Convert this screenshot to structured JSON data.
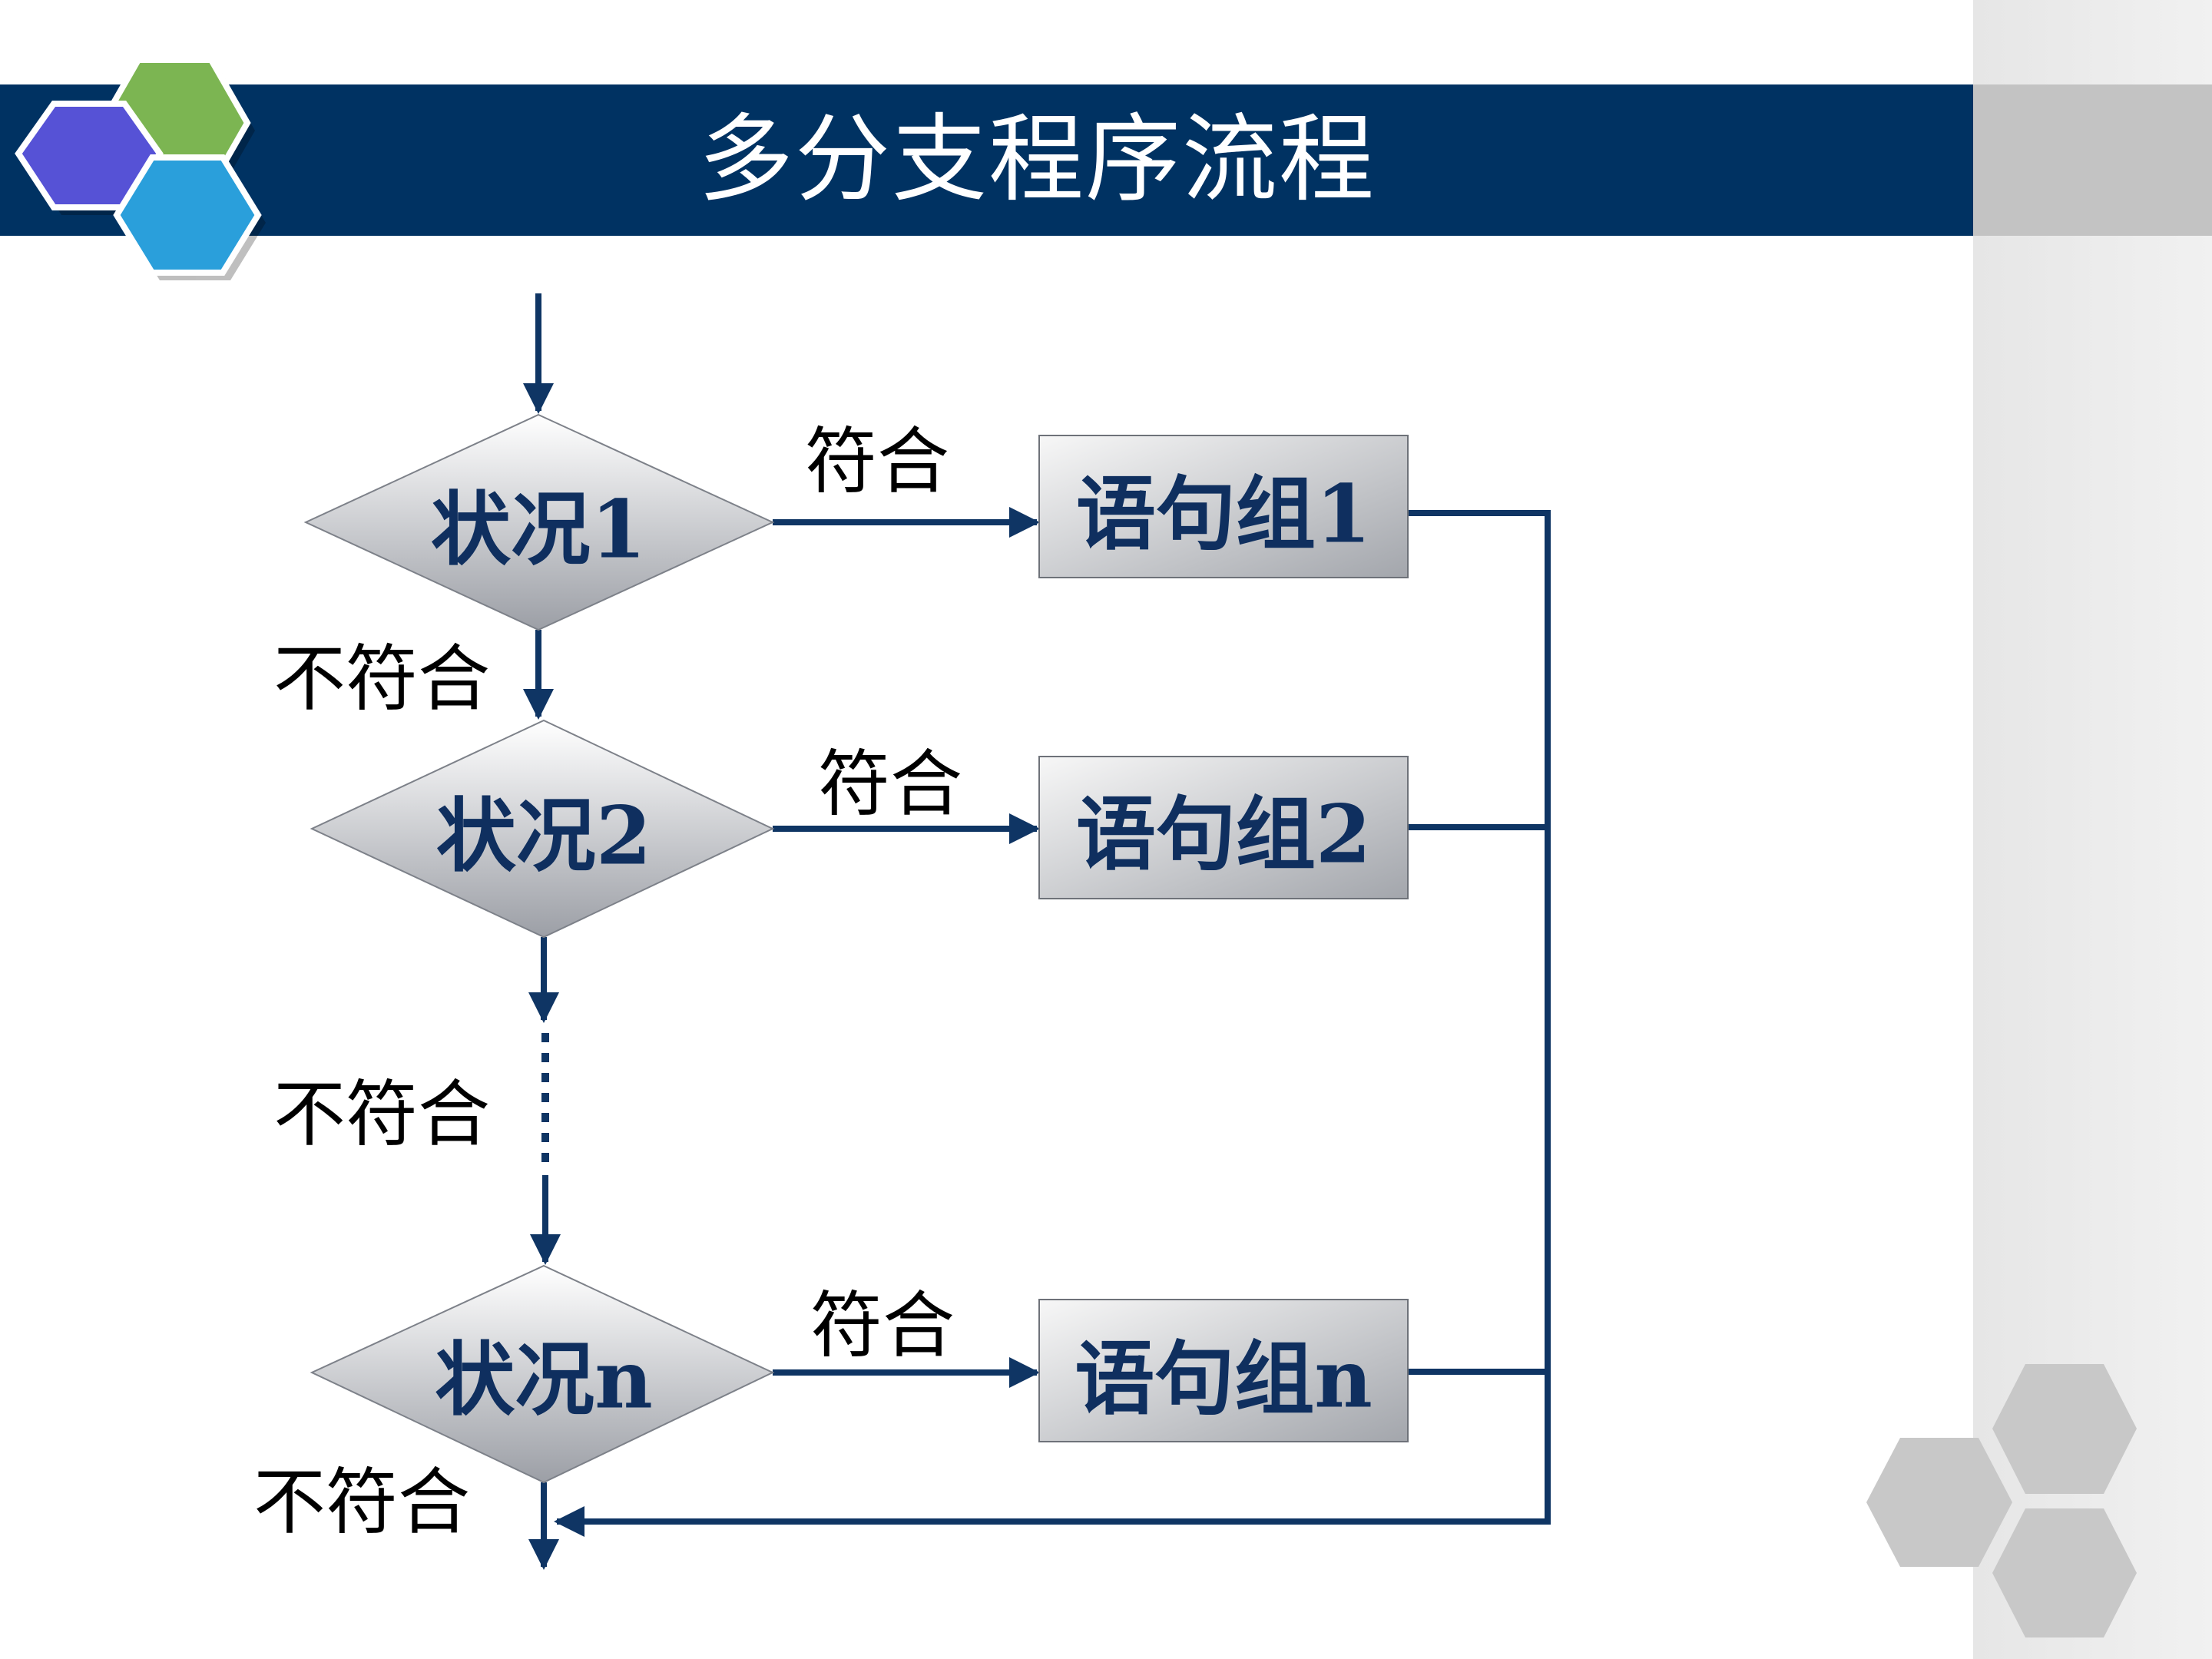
{
  "title": "多分支程序流程",
  "colors": {
    "title_bar": "#003262",
    "flow_line": "#0f3564",
    "hex_purple": "#5652d6",
    "hex_green": "#7cb552",
    "hex_blue": "#2a9fdb",
    "hex_gray": "#c8c8c8"
  },
  "nodes": {
    "cond1": "状况1",
    "cond2": "状况2",
    "condn": "状况n",
    "group1": "语句组1",
    "group2": "语句组2",
    "groupn": "语句组n"
  },
  "labels": {
    "match1": "符合",
    "match2": "符合",
    "matchn": "符合",
    "nomatch1": "不符合",
    "nomatch2": "不符合",
    "nomatchn": "不符合"
  },
  "icons": {
    "top_left": "hexagon-cluster-icon",
    "bottom_right": "hexagon-cluster-icon"
  }
}
